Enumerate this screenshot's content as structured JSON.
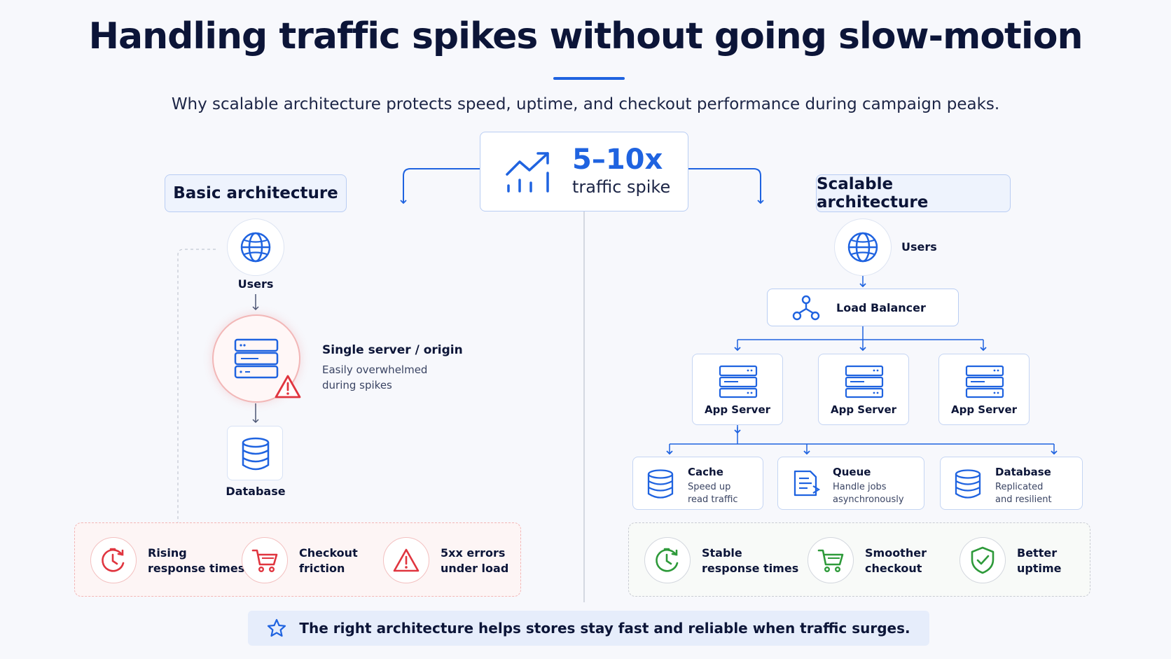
{
  "title": "Handling traffic spikes without going slow-motion",
  "subtitle": "Why scalable architecture protects speed, uptime, and checkout performance during campaign peaks.",
  "spike": {
    "value": "5–10x",
    "label": "traffic spike"
  },
  "basic": {
    "title": "Basic architecture",
    "users_label": "Users",
    "server_title": "Single server / origin",
    "server_desc_1": "Easily overwhelmed",
    "server_desc_2": "during spikes",
    "database_label": "Database",
    "issues": [
      {
        "line1": "Rising",
        "line2": "response times",
        "icon": "clock-icon"
      },
      {
        "line1": "Checkout",
        "line2": "friction",
        "icon": "cart-icon"
      },
      {
        "line1": "5xx errors",
        "line2": "under load",
        "icon": "warning-icon"
      }
    ]
  },
  "scalable": {
    "title": "Scalable architecture",
    "users_label": "Users",
    "load_balancer_label": "Load Balancer",
    "app_servers": [
      "App Server",
      "App Server",
      "App Server"
    ],
    "infra": [
      {
        "title": "Cache",
        "line1": "Speed up",
        "line2": "read traffic",
        "icon": "database-icon"
      },
      {
        "title": "Queue",
        "line1": "Handle jobs",
        "line2": "asynchronously",
        "icon": "queue-icon"
      },
      {
        "title": "Database",
        "line1": "Replicated",
        "line2": "and resilient",
        "icon": "database-icon"
      }
    ],
    "benefits": [
      {
        "line1": "Stable",
        "line2": "response times",
        "icon": "clock-icon"
      },
      {
        "line1": "Smoother",
        "line2": "checkout",
        "icon": "cart-icon"
      },
      {
        "line1": "Better",
        "line2": "uptime",
        "icon": "shield-check-icon"
      }
    ]
  },
  "banner": {
    "text": "The right architecture helps stores stay fast and reliable when traffic surges.",
    "icon": "star-icon"
  },
  "colors": {
    "accent": "#1f63e0",
    "danger": "#e0353f",
    "success": "#2e9a3a",
    "title": "#0c1538"
  }
}
